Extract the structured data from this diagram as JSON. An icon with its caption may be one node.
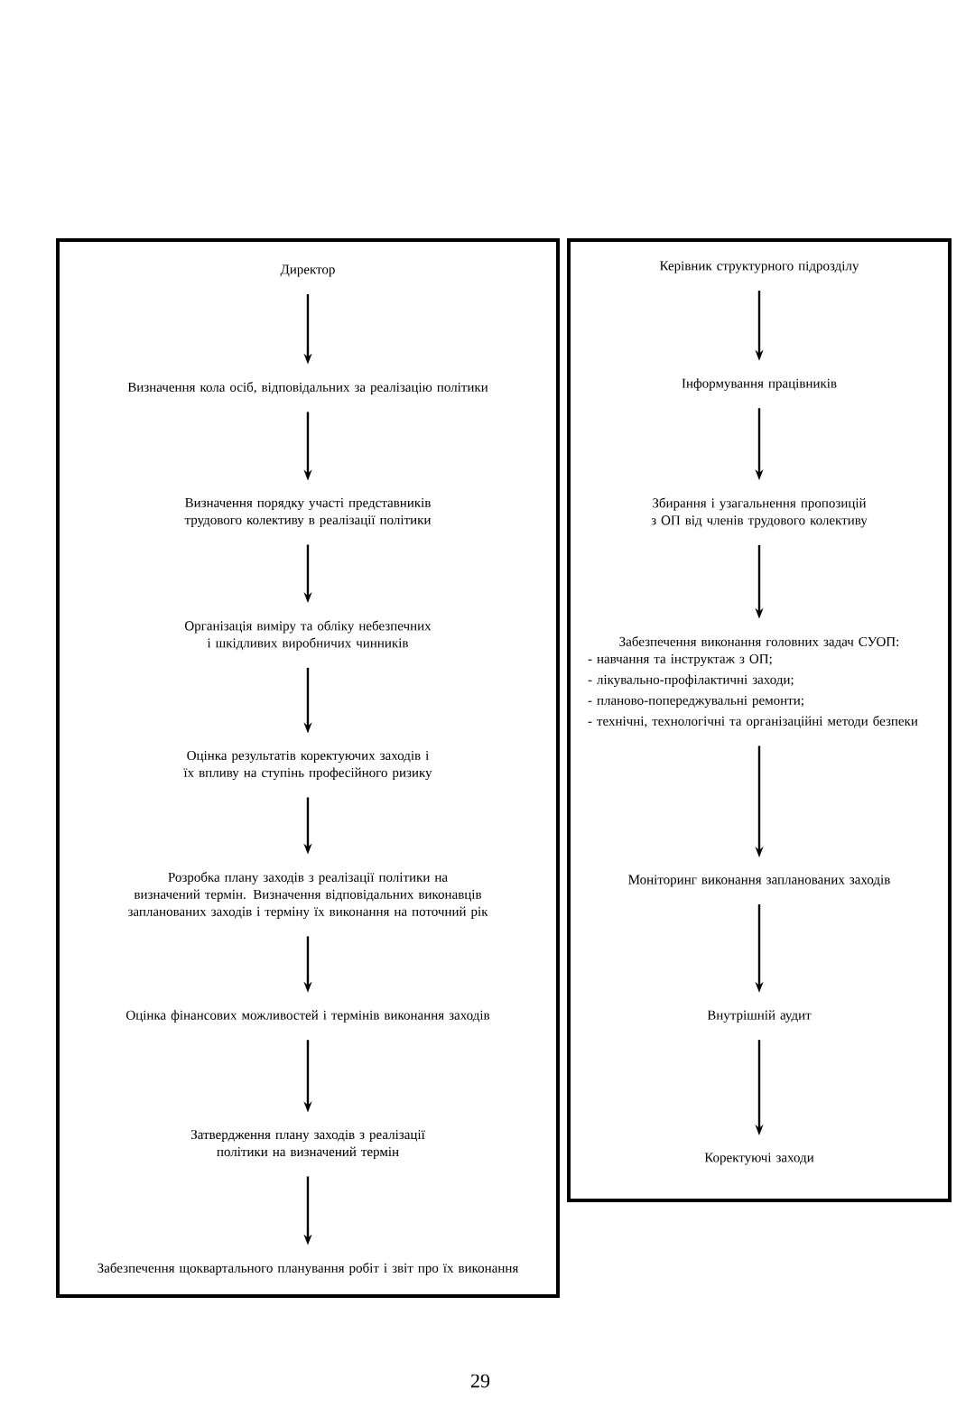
{
  "diagram": {
    "nodes": [
      {
        "text": [],
        "shape": "box"
      },
      {
        "text": [
          "Директор"
        ],
        "in": 0
      },
      {
        "text": [
          "Визначення кола осіб, відповідальних за реалізацію політики"
        ],
        "in": 0
      },
      {
        "text": [
          "Визначення порядку участі представників трудового колективу в реалізації політики"
        ],
        "in": 0
      },
      {
        "text": [
          "Організація виміру та обліку небезпечних і шкідливих виробничих чинників"
        ],
        "in": 0
      },
      {
        "text": [
          "Оцінка результатів коректуючих заходів і їх впливу на ступінь професійного ризику"
        ],
        "in": 0
      },
      {
        "text": [
          "Розробка плану заходів з реалізації політики на визначений термін. Визначення відповідальних виконавців запланованих заходів і терміну їх виконання на поточний рік"
        ],
        "in": 0
      },
      {
        "text": [
          "Оцінка фінансових можливостей і термінів виконання заходів"
        ],
        "in": 0
      },
      {
        "text": [
          "Затвердження плану заходів з реалізації політики на визначений термін"
        ],
        "in": 0
      },
      {
        "text": [
          "Забезпечення щоквартального планування робіт і звіт про їх виконання"
        ],
        "in": 0
      },
      {
        "text": [],
        "shape": "box"
      },
      {
        "text": [
          "Керівник структурного підрозділу"
        ],
        "in": 10
      },
      {
        "text": [
          "Інформування працівників"
        ],
        "in": 10
      },
      {
        "text": [
          "Збирання і узагальнення пропозицій з ОП від членів трудового колективу"
        ],
        "in": 10
      },
      {
        "text": [
          "Забезпечення виконання головних задач СУОП:",
          "- навчання та інструктаж з ОП;",
          "- лікувально-профілактичні заходи;",
          "- планово-попереджувальні ремонти;",
          "- технічні, технологічні та організаційні методи безпеки"
        ],
        "in": 10
      },
      {
        "text": [
          "Моніторинг виконання запланованих заходів"
        ],
        "in": 10
      },
      {
        "text": [
          "Внутрішній аудит"
        ],
        "in": 10
      },
      {
        "text": [
          "Коректуючі заходи"
        ],
        "in": 10
      }
    ],
    "edges": [
      {
        "from": 1,
        "to": 2,
        "arrow": "to"
      },
      {
        "from": 2,
        "to": 3,
        "arrow": "to"
      },
      {
        "from": 3,
        "to": 4,
        "arrow": "to"
      },
      {
        "from": 4,
        "to": 5,
        "arrow": "to"
      },
      {
        "from": 5,
        "to": 6,
        "arrow": "to"
      },
      {
        "from": 6,
        "to": 7,
        "arrow": "to"
      },
      {
        "from": 7,
        "to": 8,
        "arrow": "to"
      },
      {
        "from": 8,
        "to": 9,
        "arrow": "to"
      },
      {
        "from": 11,
        "to": 12,
        "arrow": "to"
      },
      {
        "from": 12,
        "to": 13,
        "arrow": "to"
      },
      {
        "from": 13,
        "to": 14,
        "arrow": "to"
      },
      {
        "from": 14,
        "to": 15,
        "arrow": "to"
      },
      {
        "from": 15,
        "to": 16,
        "arrow": "to"
      },
      {
        "from": 16,
        "to": 17,
        "arrow": "to"
      }
    ],
    "labels": [
      "29"
    ]
  }
}
